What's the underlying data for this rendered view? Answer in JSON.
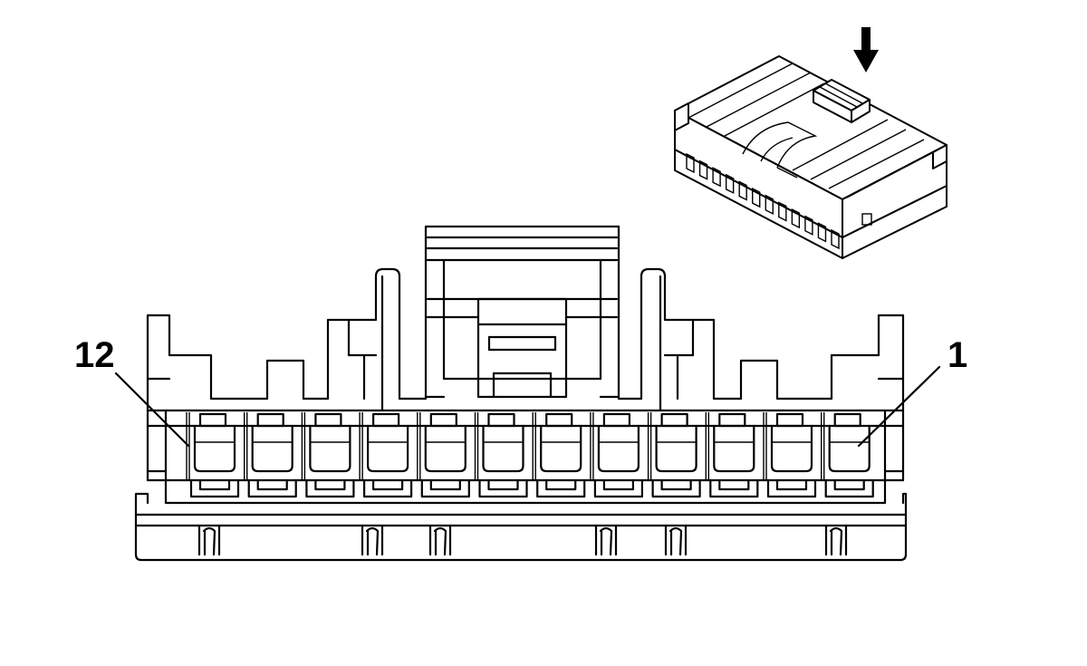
{
  "pin_labels": {
    "left": "12",
    "right": "1"
  },
  "connector": {
    "cavity_count": 12
  },
  "inset": {
    "indicator": "down-arrow-icon"
  },
  "colors": {
    "stroke": "#000000",
    "background": "#ffffff"
  }
}
